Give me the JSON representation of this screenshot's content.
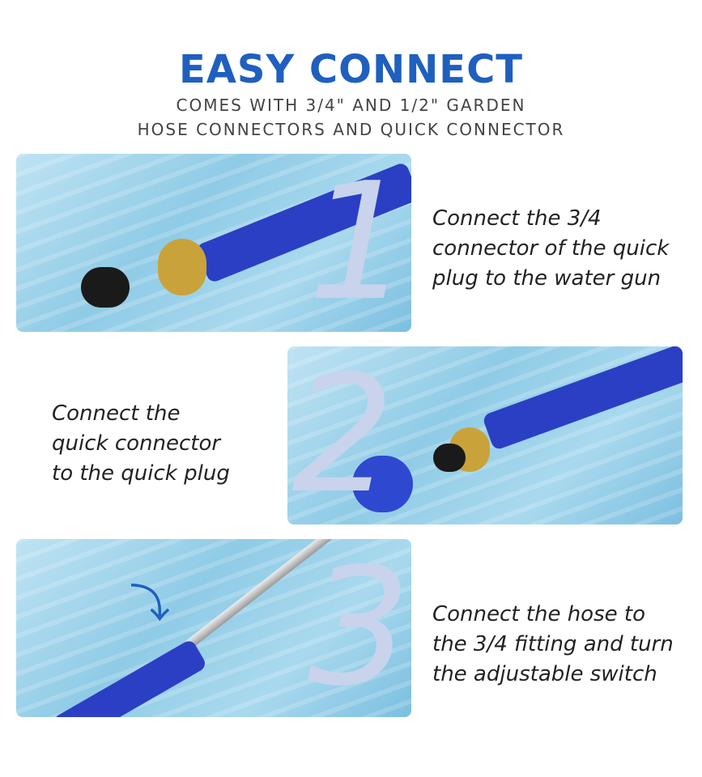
{
  "header": {
    "title": "EASY CONNECT",
    "subtitle_line1": "COMES WITH 3/4\" AND 1/2\"   GARDEN",
    "subtitle_line2": "HOSE CONNECTORS AND QUICK CONNECTOR"
  },
  "steps": [
    {
      "number": "1",
      "lines": [
        "Connect the 3/4",
        "connector of the quick",
        "plug to the water gun"
      ]
    },
    {
      "number": "2",
      "lines": [
        "Connect the",
        "quick connector",
        "to the quick plug"
      ]
    },
    {
      "number": "3",
      "lines": [
        "Connect the hose to",
        "the 3/4 fitting and turn",
        "the adjustable switch"
      ]
    }
  ],
  "colors": {
    "accent": "#1f5fbf",
    "number": "#c9d3ec"
  }
}
